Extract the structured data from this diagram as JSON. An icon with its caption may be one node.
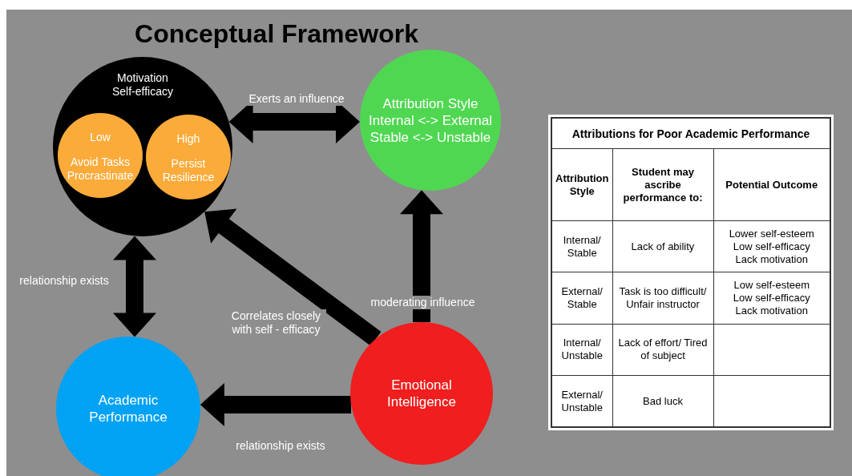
{
  "diagram": {
    "title": "Conceptual Framework",
    "nodes": [
      {
        "text": [
          "Motivation Self-efficacy"
        ]
      },
      {
        "text": [
          "Low",
          "Avoid Tasks Procrastinate"
        ],
        "in": 0
      },
      {
        "text": [
          "High",
          "Persist Resilience"
        ],
        "in": 0
      },
      {
        "text": [
          "Attribution Style Internal <-> External Stable <-> Unstable"
        ]
      },
      {
        "text": [
          "Academic Performance"
        ]
      },
      {
        "text": [
          "Emotional Intelligence"
        ]
      }
    ],
    "edges": [
      {
        "from": 0,
        "to": 3,
        "arrow": "both",
        "label": "Exerts an influence"
      },
      {
        "from": 0,
        "to": 4,
        "arrow": "both",
        "label": "relationship exists"
      },
      {
        "from": 5,
        "to": 0,
        "arrow": "to",
        "label": "Correlates closely with self - efficacy"
      },
      {
        "from": 5,
        "to": 3,
        "arrow": "to",
        "label": "moderating influence"
      },
      {
        "from": 5,
        "to": 4,
        "arrow": "to",
        "label": "relationship exists"
      }
    ],
    "labels": [
      "Attributions for Poor Academic Performance",
      "Attribution Style",
      "Student may ascribe performance to:",
      "Potential Outcome",
      "Internal/ Stable",
      "Lack of ability",
      "Lower self-esteem Low self-efficacy Lack motivation",
      "External/ Stable",
      "Task is too difficult/ Unfair instructor",
      "Low self-esteem Low self-efficacy Lack motivation",
      "Internal/ Unstable",
      "Lack of effort/ Tired of subject",
      "External/ Unstable",
      "Bad luck"
    ]
  }
}
